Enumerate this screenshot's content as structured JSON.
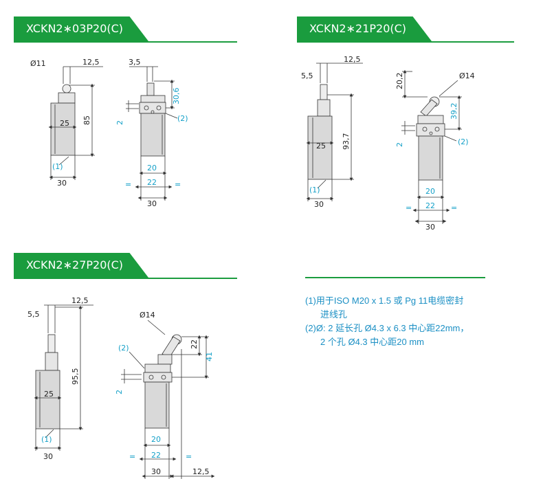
{
  "sections": [
    {
      "title": "XCKN2∗03P20(C)"
    },
    {
      "title": "XCKN2∗21P20(C)"
    },
    {
      "title": "XCKN2∗27P20(C)"
    }
  ],
  "d1": {
    "dia": "Ø11",
    "w1": "12,5",
    "w2": "3,5",
    "h": "85",
    "inner": "25",
    "note": "(1)",
    "base": "30",
    "h2": "30,6",
    "gap": "2",
    "note2": "(2)",
    "b20": "20",
    "eq": "=",
    "b22": "22",
    "b30": "30"
  },
  "d2": {
    "w1": "12,5",
    "w2": "5,5",
    "inner": "25",
    "h": "93,7",
    "note": "(1)",
    "base": "30",
    "h1": "20,2",
    "dia": "Ø14",
    "h2": "39,2",
    "gap": "2",
    "note2": "(2)",
    "b20": "20",
    "eq": "=",
    "b22": "22",
    "b30": "30"
  },
  "d3": {
    "w1": "12,5",
    "w2": "5,5",
    "h": "95,5",
    "inner": "25",
    "note": "(1)",
    "base": "30",
    "dia": "Ø14",
    "note2": "(2)",
    "gap": "2",
    "h1": "22",
    "h2": "41",
    "b20": "20",
    "eq": "=",
    "b22": "22",
    "b30": "30",
    "off": "12,5"
  },
  "notes": {
    "n1a": "(1)用于ISO M20 x 1.5 或 Pg 11电缆密封",
    "n1b": "进线孔",
    "n2a": "(2)Ø: 2 延长孔 Ø4.3 x 6.3 中心距22mm，",
    "n2b": "2 个孔 Ø4.3 中心距20 mm"
  },
  "colors": {
    "green": "#1a9c3e",
    "cyan": "#14a0c8",
    "body": "#d9d9d9"
  }
}
